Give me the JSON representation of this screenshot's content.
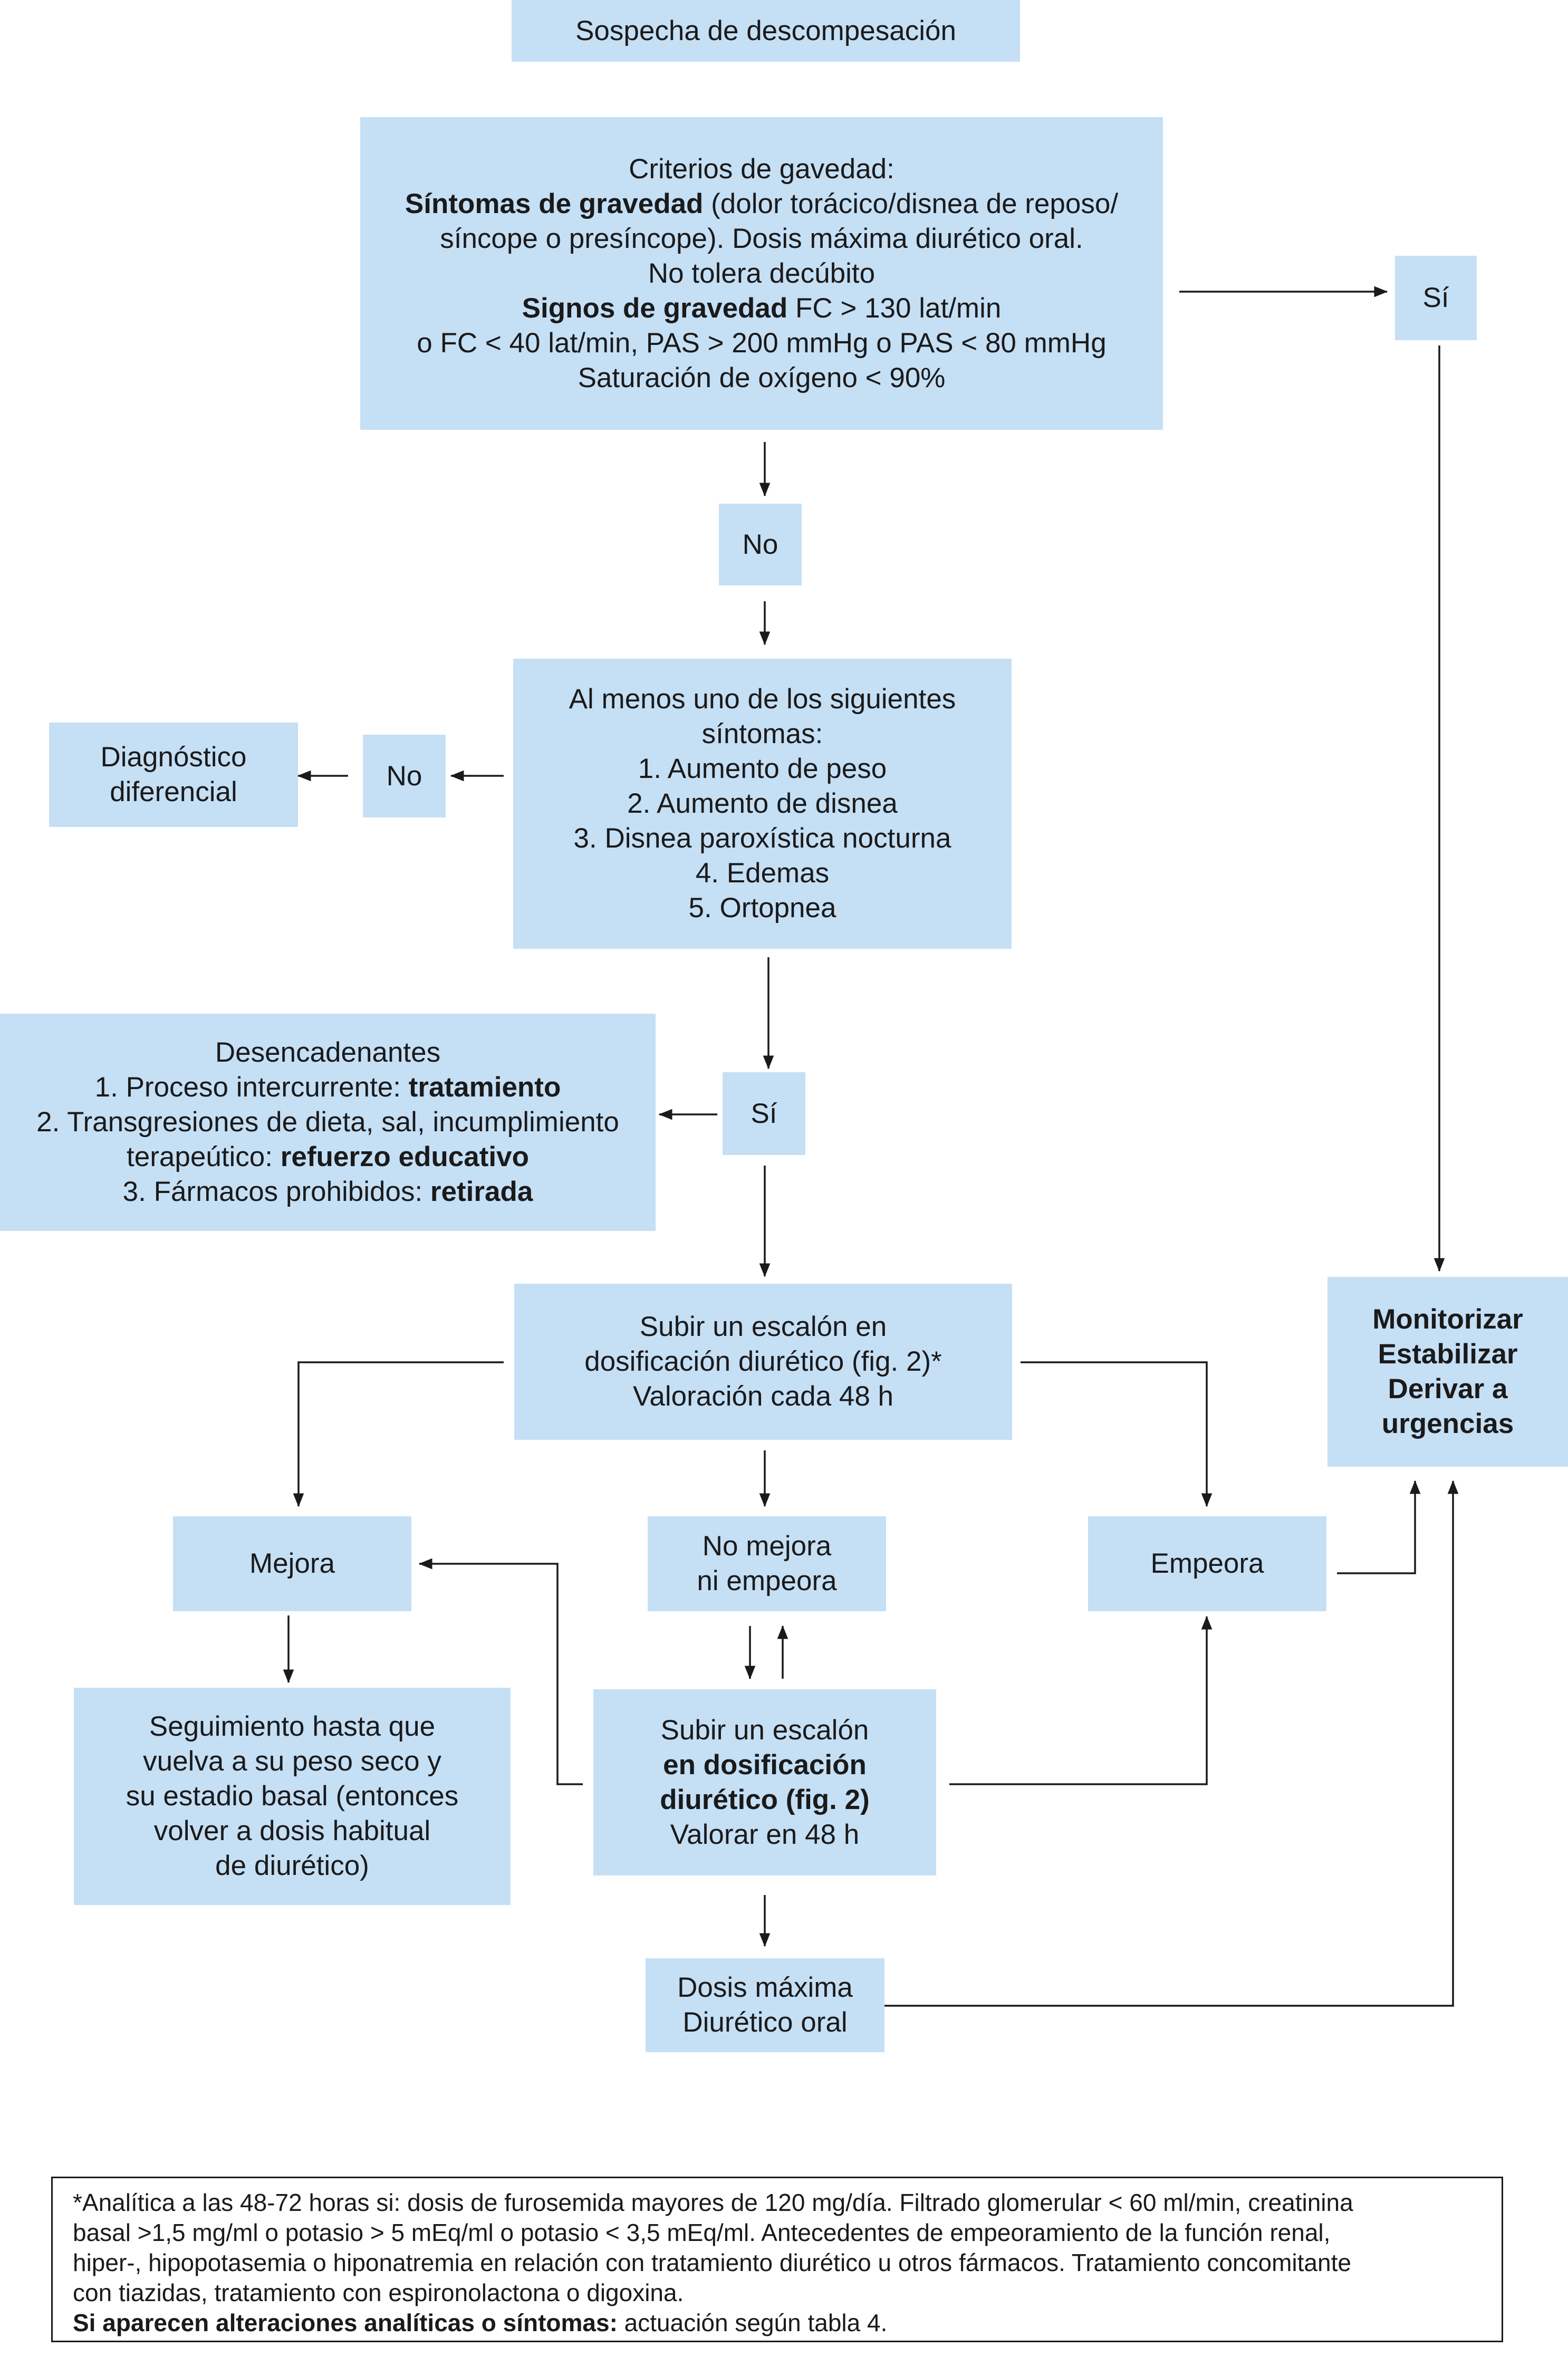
{
  "nodes": {
    "start": {
      "text": "Sospecha de descompesación"
    },
    "criteria": {
      "l1": "Criterios de gavedad:",
      "l2_bold": "Síntomas de gravedad",
      "l2_rest": " (dolor torácico/disnea de reposo/",
      "l3": "síncope o presíncope). Dosis máxima diurético oral.",
      "l4": "No tolera decúbito",
      "l5_bold": "Signos de gravedad",
      "l5_rest": " FC > 130 lat/min",
      "l6": "o FC < 40 lat/min, PAS > 200 mmHg o PAS < 80 mmHg",
      "l7": "Saturación de oxígeno < 90%"
    },
    "si_top": {
      "text": "Sí"
    },
    "no_1": {
      "text": "No"
    },
    "symptoms": {
      "l1": "Al menos uno de los siguientes",
      "l2": "síntomas:",
      "l3": "1. Aumento de peso",
      "l4": "2. Aumento de disnea",
      "l5": "3. Disnea paroxística nocturna",
      "l6": "4. Edemas",
      "l7": "5. Ortopnea"
    },
    "no_2": {
      "text": "No"
    },
    "diag": {
      "l1": "Diagnóstico",
      "l2": "diferencial"
    },
    "si_mid": {
      "text": "Sí"
    },
    "triggers": {
      "l1": "Desencadenantes",
      "l2_text": "1. Proceso intercurrente: ",
      "l2_bold": "tratamiento",
      "l3": "2. Transgresiones de dieta, sal, incumplimiento",
      "l4_text": "terapeútico: ",
      "l4_bold": "refuerzo educativo",
      "l5_text": "3. Fármacos prohibidos: ",
      "l5_bold": "retirada"
    },
    "step1": {
      "l1": "Subir un escalón en",
      "l2": "dosificación diurético (fig. 2)*",
      "l3": "Valoración cada 48 h"
    },
    "monitor": {
      "l1": "Monitorizar",
      "l2": "Estabilizar",
      "l3": "Derivar a",
      "l4": "urgencias"
    },
    "mejora": {
      "text": "Mejora"
    },
    "nomejora": {
      "l1": "No mejora",
      "l2": "ni empeora"
    },
    "empeora": {
      "text": "Empeora"
    },
    "seguimiento": {
      "l1": "Seguimiento hasta que",
      "l2": "vuelva a su peso seco y",
      "l3": "su estadio basal (entonces",
      "l4": "volver a dosis habitual",
      "l5": "de diurético)"
    },
    "step2": {
      "l1": "Subir un escalón",
      "l2": "en dosificación",
      "l3": "diurético (fig. 2)",
      "l4": "Valorar en 48 h"
    },
    "dosis": {
      "l1": "Dosis máxima",
      "l2": "Diurético oral"
    }
  },
  "footnote": {
    "l1": "*Analítica a las 48-72 horas si: dosis de furosemida mayores de 120 mg/día. Filtrado glomerular < 60 ml/min, creatinina",
    "l2": "basal >1,5 mg/ml o potasio > 5 mEq/ml o potasio < 3,5 mEq/ml. Antecedentes de empeoramiento de la función renal,",
    "l3": "hiper-, hipopotasemia o hiponatremia en relación con tratamiento diurético u otros fármacos. Tratamiento concomitante",
    "l4": "con tiazidas, tratamiento con espironolactona o digoxina.",
    "l5_bold": "Si aparecen alteraciones analíticas o síntomas:",
    "l5_rest": " actuación según tabla 4."
  },
  "colors": {
    "box_fill": "#c5dff5",
    "line": "#1a1a1a"
  }
}
